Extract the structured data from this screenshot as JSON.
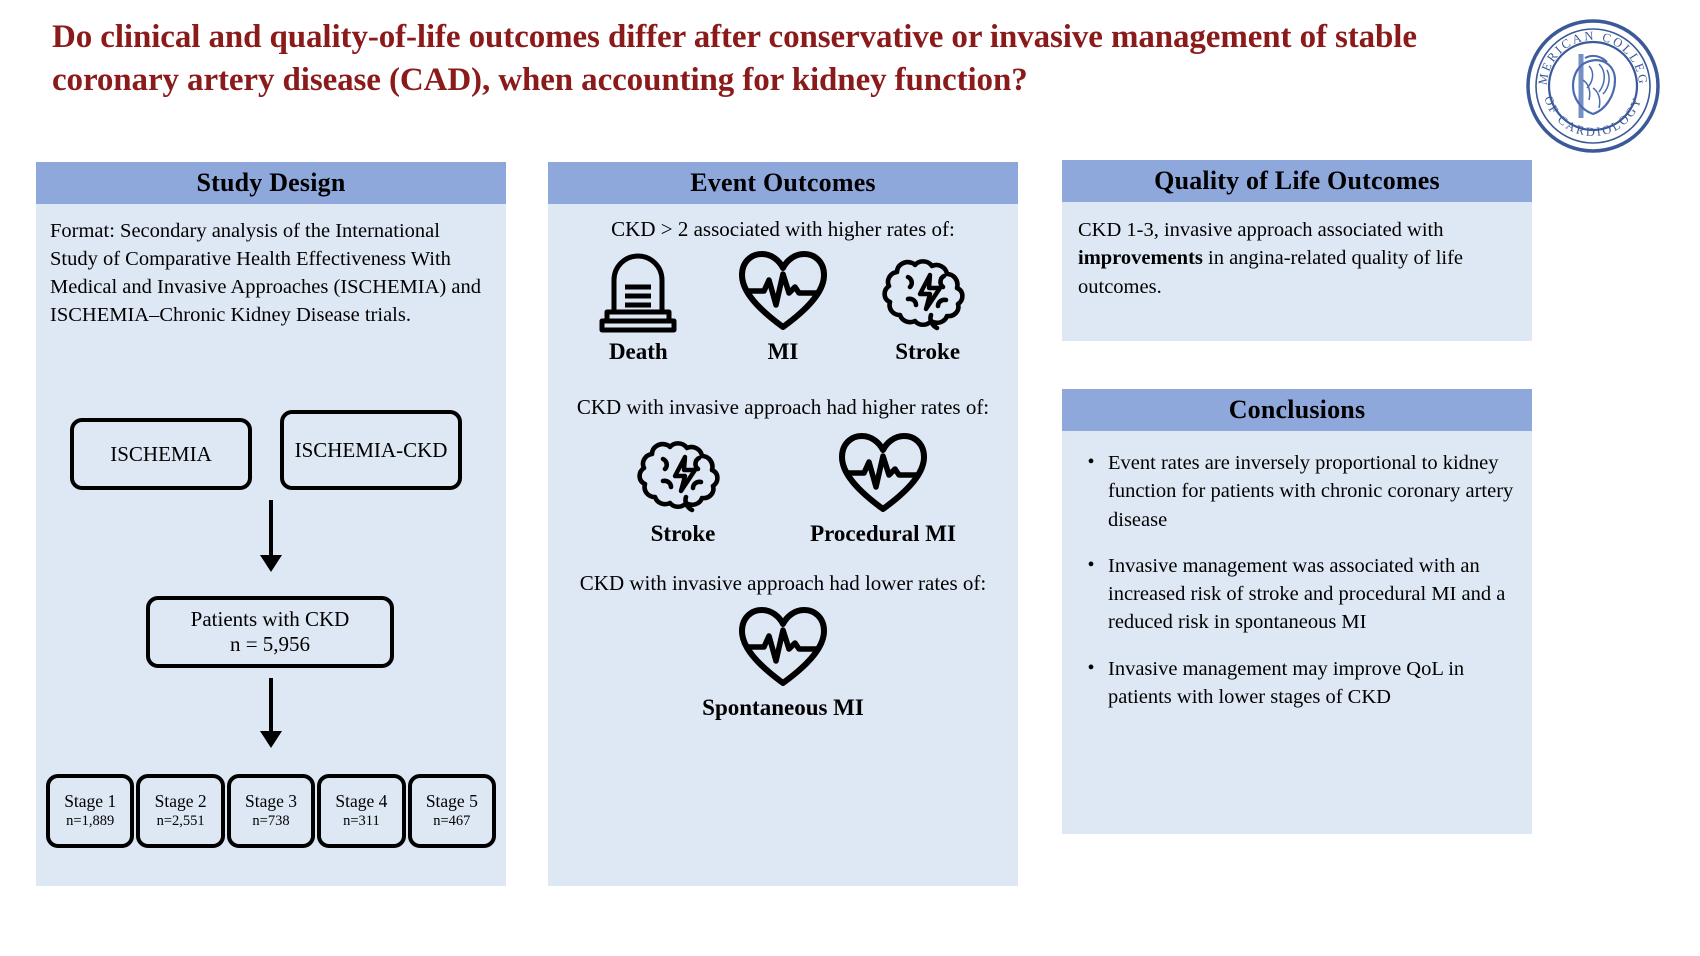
{
  "title": "Do clinical and quality-of-life outcomes differ after conservative or invasive management of stable coronary artery disease (CAD), when accounting for kidney function?",
  "logo": {
    "name": "american-college-of-cardiology-seal",
    "top_arc_text": "AMERICAN COLLEGE",
    "bottom_arc_text": "OF CARDIOLOGY",
    "color": "#3B5998"
  },
  "colors": {
    "title_red": "#8B1A1A",
    "header_blue": "#8FA8DC",
    "body_blue": "#DEE7F4",
    "outline_black": "#000000"
  },
  "study_design": {
    "header": "Study Design",
    "format_text": "Format: Secondary analysis of the International Study of Comparative Health Effectiveness With Medical and Invasive Approaches (ISCHEMIA) and ISCHEMIA–Chronic Kidney Disease trials.",
    "flow": {
      "trial_boxes": [
        "ISCHEMIA",
        "ISCHEMIA-CKD"
      ],
      "cohort_box_line1": "Patients with CKD",
      "cohort_box_line2": "n = 5,956",
      "stages": [
        {
          "name": "Stage 1",
          "n": "n=1,889"
        },
        {
          "name": "Stage 2",
          "n": "n=2,551"
        },
        {
          "name": "Stage 3",
          "n": "n=738"
        },
        {
          "name": "Stage 4",
          "n": "n=311"
        },
        {
          "name": "Stage 5",
          "n": "n=467"
        }
      ]
    }
  },
  "event_outcomes": {
    "header": "Event Outcomes",
    "group1": {
      "lead": "CKD > 2 associated with higher rates of:",
      "icons": [
        {
          "icon": "tombstone-icon",
          "label": "Death"
        },
        {
          "icon": "heart-ecg-icon",
          "label": "MI"
        },
        {
          "icon": "brain-lightning-icon",
          "label": "Stroke"
        }
      ]
    },
    "group2": {
      "lead": "CKD with invasive approach had higher rates of:",
      "icons": [
        {
          "icon": "brain-lightning-icon",
          "label": "Stroke"
        },
        {
          "icon": "heart-ecg-icon",
          "label": "Procedural MI"
        }
      ]
    },
    "group3": {
      "lead": "CKD with invasive approach had lower rates of:",
      "icons": [
        {
          "icon": "heart-ecg-icon",
          "label": "Spontaneous MI"
        }
      ]
    }
  },
  "quality_of_life": {
    "header": "Quality of Life Outcomes",
    "text_before_bold": "CKD 1-3, invasive approach associated with ",
    "bold_word": "improvements",
    "text_after_bold": " in angina-related quality of life outcomes."
  },
  "conclusions": {
    "header": "Conclusions",
    "bullet_char": "•",
    "items": [
      "Event rates are inversely proportional to kidney function for patients with chronic coronary artery disease",
      "Invasive management was associated with an increased risk of stroke and procedural MI and a reduced risk in spontaneous MI",
      "Invasive management may improve QoL in patients with lower stages of CKD"
    ]
  }
}
